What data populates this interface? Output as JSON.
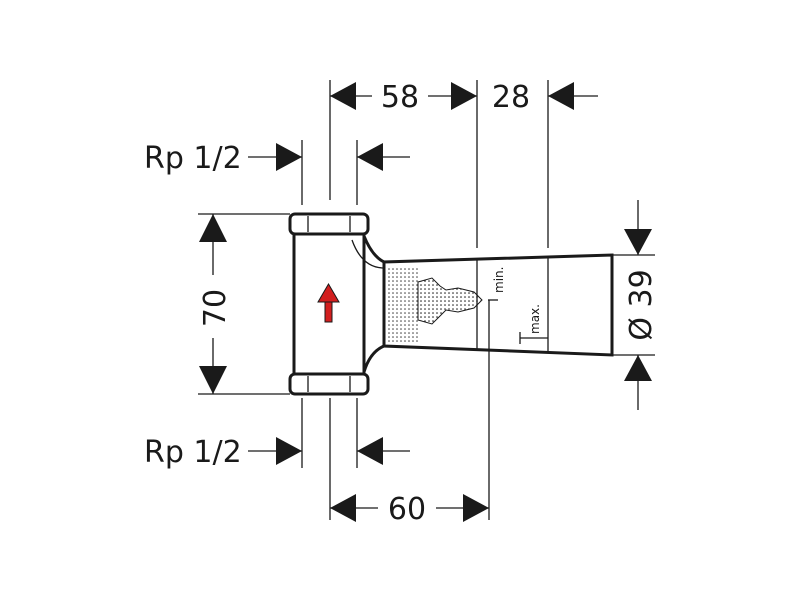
{
  "drawing": {
    "labels": {
      "top_dim_58": "58",
      "top_dim_28": "28",
      "thread_top": "Rp 1/2",
      "thread_bottom": "Rp 1/2",
      "height_70": "70",
      "bottom_dim_60": "60",
      "diameter_39": "Ø 39",
      "min": "min.",
      "max": "max."
    },
    "colors": {
      "line": "#1a1a1a",
      "flow_arrow": "#d21f1f"
    }
  }
}
